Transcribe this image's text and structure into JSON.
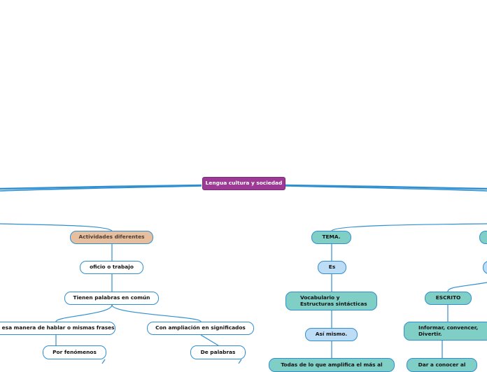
{
  "central": "Lengua cultura y sociedad",
  "left_branch": {
    "topic": "Actividades diferentes",
    "child1": "oficio o trabajo",
    "child2": "Tienen palabras en común",
    "child3a": "Usan esa manera de hablar o mismas frases",
    "child3b": "Con ampliación en significados",
    "child4a": "Por fenómenos",
    "child4b": "De palabras"
  },
  "right_branch": {
    "topic": "TEMA.",
    "child1": "Es",
    "child2": "Vocabulario y\nEstructuras sintácticas",
    "child3": "Así mismo.",
    "child4": "Todas de lo que amplifica el más al"
  },
  "far_right_branch": {
    "escrito": "ESCRITO",
    "purpose": "Informar, convencer,\nDivertir.",
    "bottom": "Dar a conocer al"
  }
}
